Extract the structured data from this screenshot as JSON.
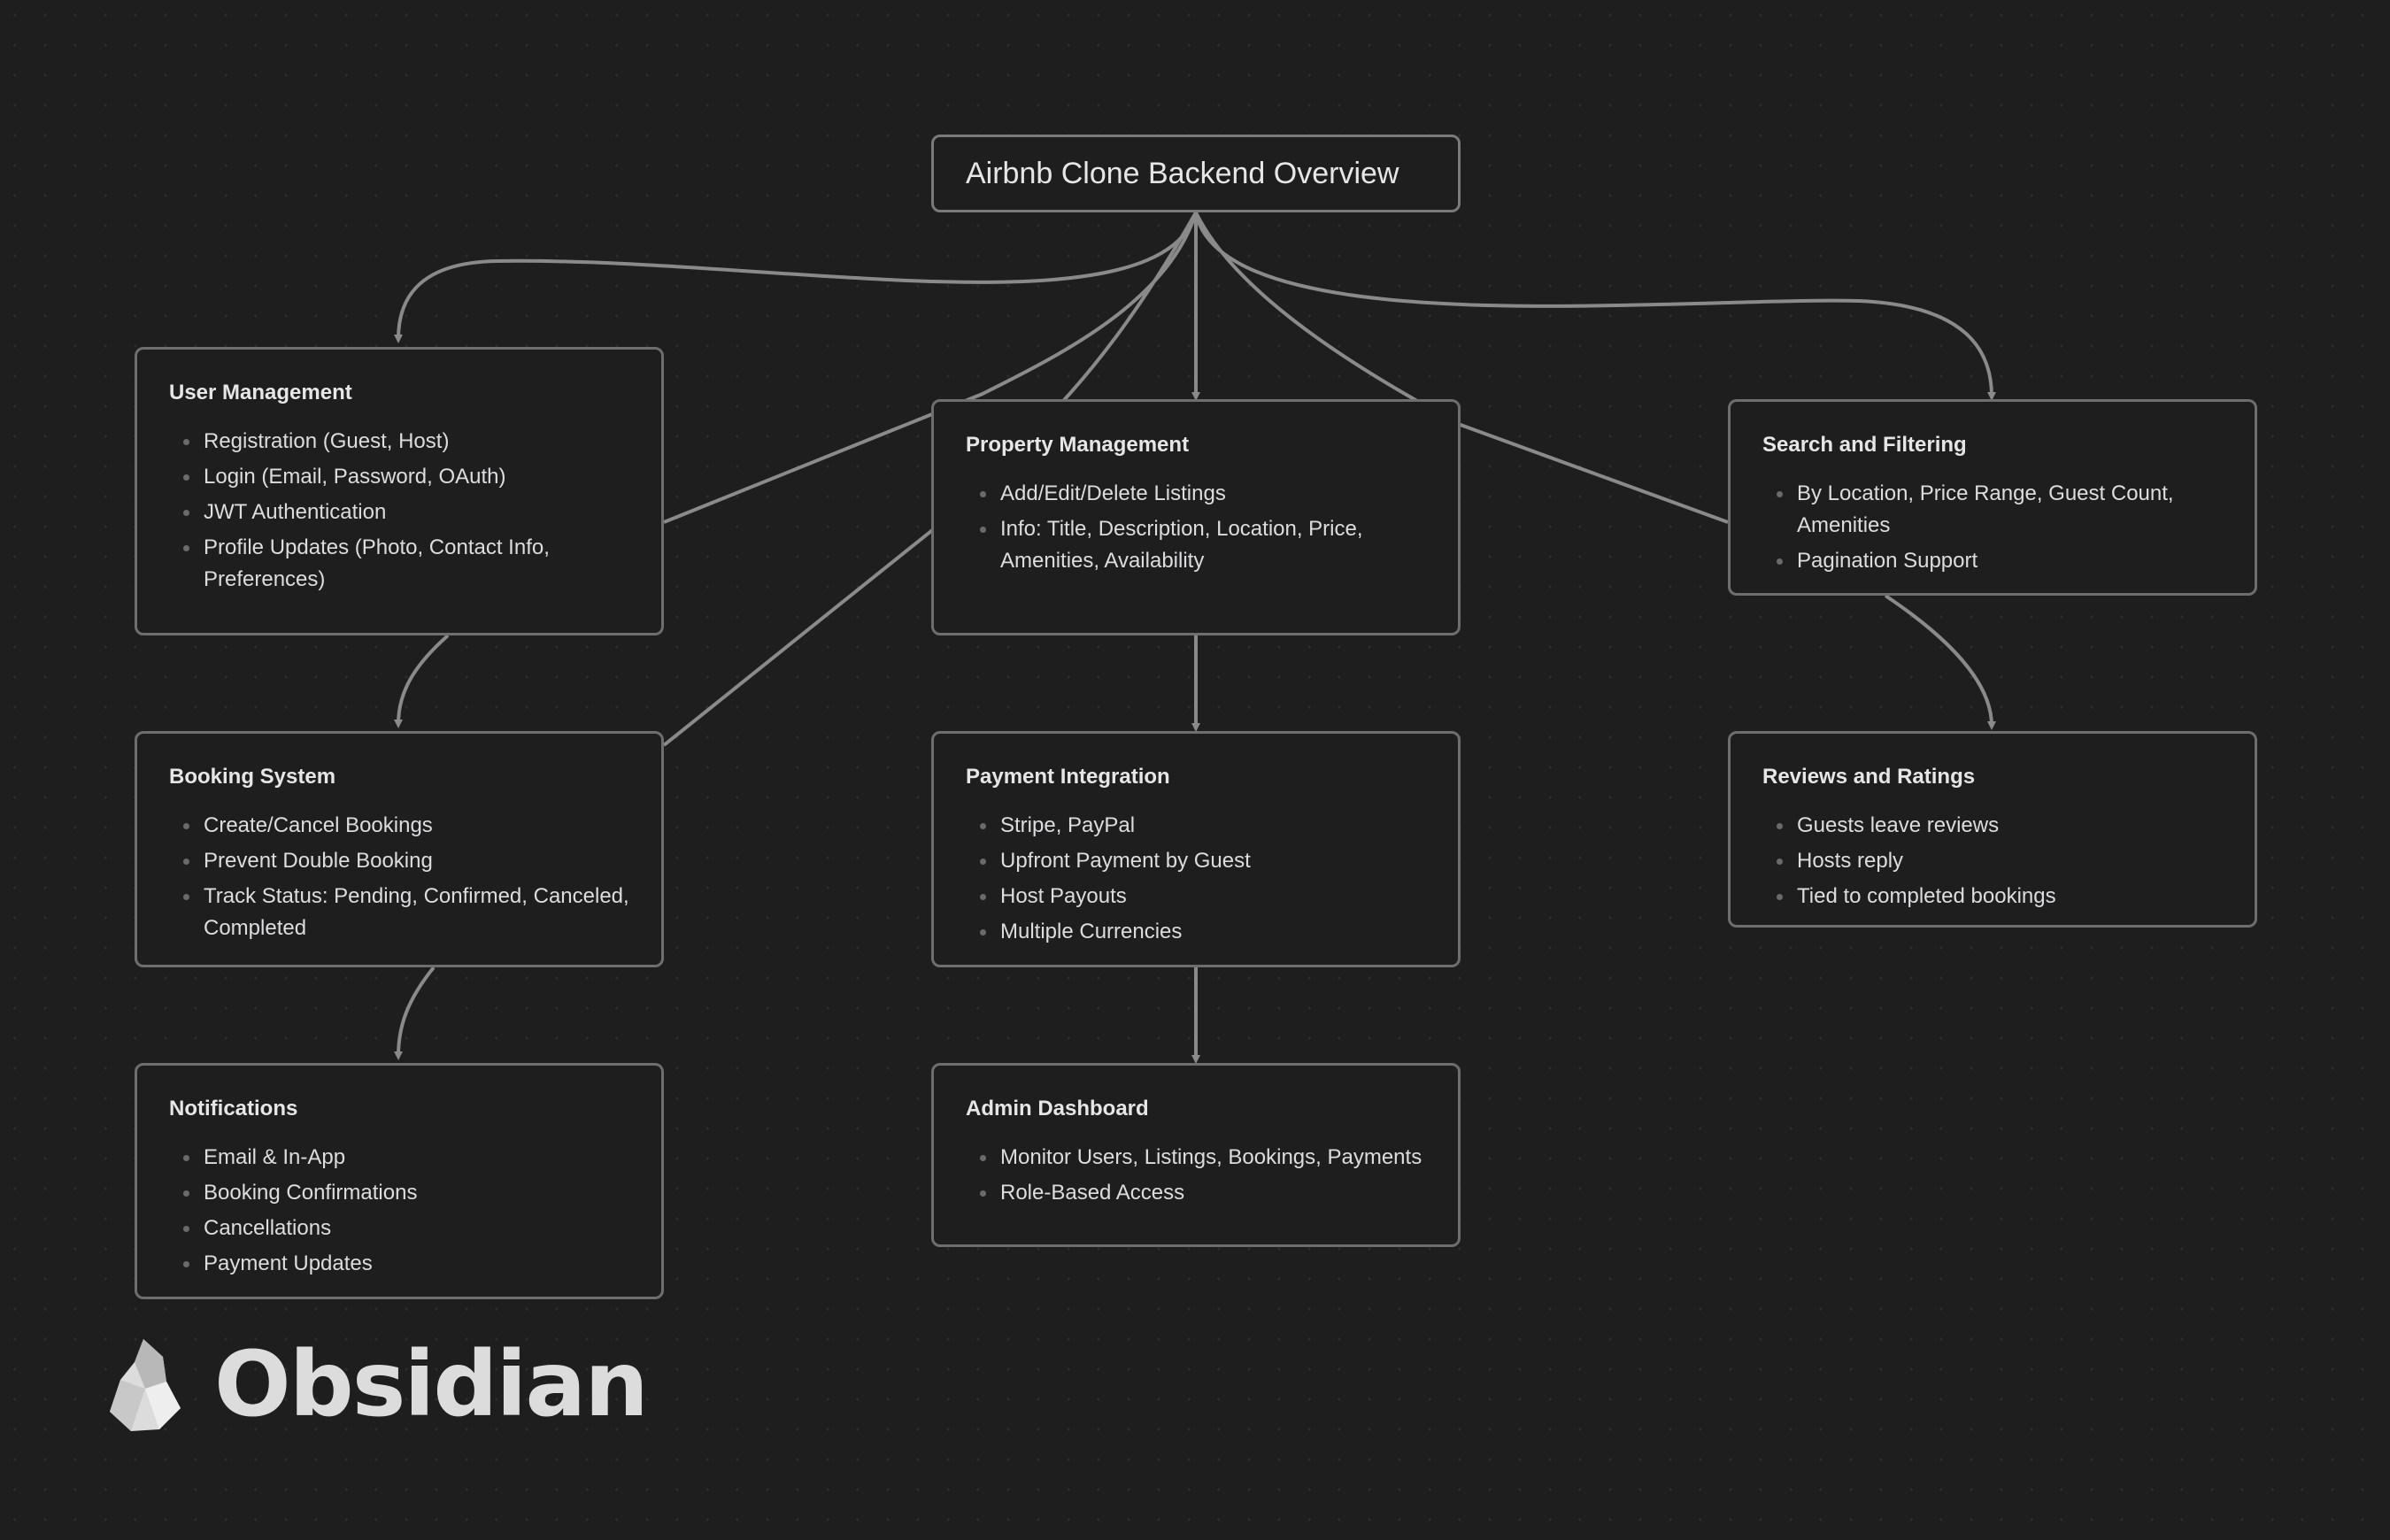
{
  "title": "Airbnb Clone Backend Overview",
  "nodes": {
    "user_management": {
      "title": "User Management",
      "items": [
        "Registration (Guest, Host)",
        "Login (Email, Password, OAuth)",
        "JWT Authentication",
        "Profile Updates (Photo, Contact Info, Preferences)"
      ]
    },
    "property_management": {
      "title": "Property Management",
      "items": [
        "Add/Edit/Delete Listings",
        "Info: Title, Description, Location, Price, Amenities, Availability"
      ]
    },
    "search_filtering": {
      "title": "Search and Filtering",
      "items": [
        "By Location, Price Range, Guest Count, Amenities",
        "Pagination Support"
      ]
    },
    "booking_system": {
      "title": "Booking System",
      "items": [
        "Create/Cancel Bookings",
        "Prevent Double Booking",
        "Track Status: Pending, Confirmed, Canceled, Completed"
      ]
    },
    "payment_integration": {
      "title": "Payment Integration",
      "items": [
        "Stripe, PayPal",
        "Upfront Payment by Guest",
        "Host Payouts",
        "Multiple Currencies"
      ]
    },
    "reviews_ratings": {
      "title": "Reviews and Ratings",
      "items": [
        "Guests leave reviews",
        "Hosts reply",
        "Tied to completed bookings"
      ]
    },
    "notifications": {
      "title": "Notifications",
      "items": [
        "Email & In-App",
        "Booking Confirmations",
        "Cancellations",
        "Payment Updates"
      ]
    },
    "admin_dashboard": {
      "title": "Admin Dashboard",
      "items": [
        "Monitor Users, Listings, Bookings, Payments",
        "Role-Based Access"
      ]
    }
  },
  "watermark": "Obsidian",
  "colors": {
    "background": "#1e1e1e",
    "card_border": "#6e6e6e",
    "edge": "#8a8a8a",
    "text": "#dcddde"
  }
}
